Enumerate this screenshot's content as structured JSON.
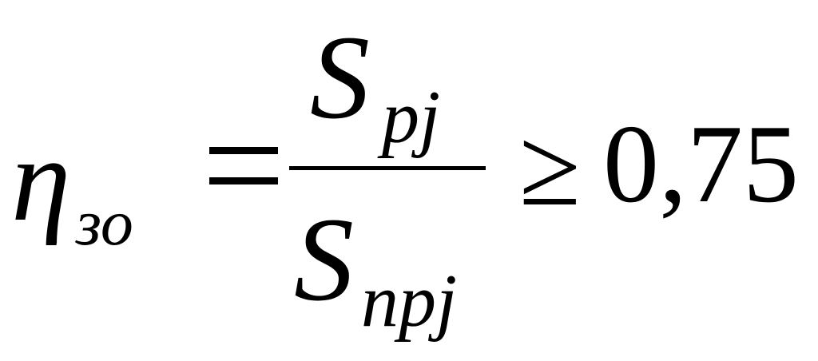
{
  "formula": {
    "lhs_symbol": "η",
    "lhs_subscript": "зо",
    "equals": "=",
    "numerator_symbol": "S",
    "numerator_subscript": "pj",
    "denominator_symbol": "S",
    "denominator_subscript": "npj",
    "relation": "≥",
    "value": "0,75"
  }
}
